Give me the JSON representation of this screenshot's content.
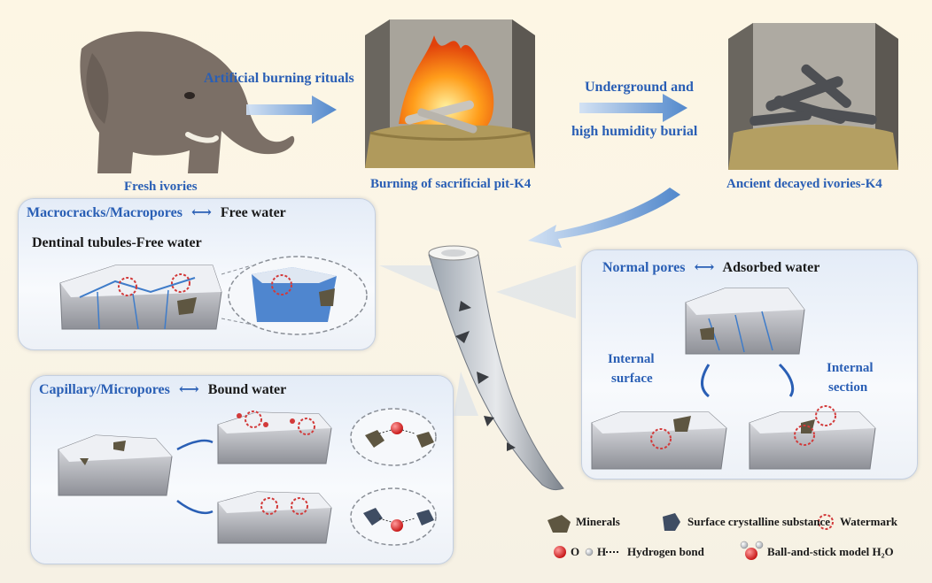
{
  "top_row": {
    "fresh_ivories": "Fresh ivories",
    "artificial_burning": "Artificial burning rituals",
    "burning_pit": "Burning of sacrificial pit-K4",
    "underground_line1": "Underground and",
    "underground_line2": "high humidity burial",
    "ancient_ivories": "Ancient decayed ivories-K4"
  },
  "panel_macro": {
    "header_blue": "Macrocracks/Macropores",
    "arrow": "⟷",
    "header_dark": "Free water",
    "subtitle": "Dentinal tubules-Free water"
  },
  "panel_capillary": {
    "header_blue": "Capillary/Micropores",
    "arrow": "⟷",
    "header_dark": "Bound water"
  },
  "panel_normal": {
    "header_blue": "Normal pores",
    "arrow": "⟷",
    "header_dark": "Adsorbed water",
    "internal_surface_1": "Internal",
    "internal_surface_2": "surface",
    "internal_section_1": "Internal",
    "internal_section_2": "section"
  },
  "legend": {
    "minerals": "Minerals",
    "surface_crystalline": "Surface crystalline substance",
    "watermark": "Watermark",
    "o": "O",
    "h": "H",
    "hydrogen_bond": "Hydrogen bond",
    "ball_stick": "Ball-and-stick model H₂O"
  },
  "colors": {
    "accent_blue": "#2a5fb5",
    "watermark_red": "#d23a3a",
    "mineral_brown": "#5e5641"
  }
}
